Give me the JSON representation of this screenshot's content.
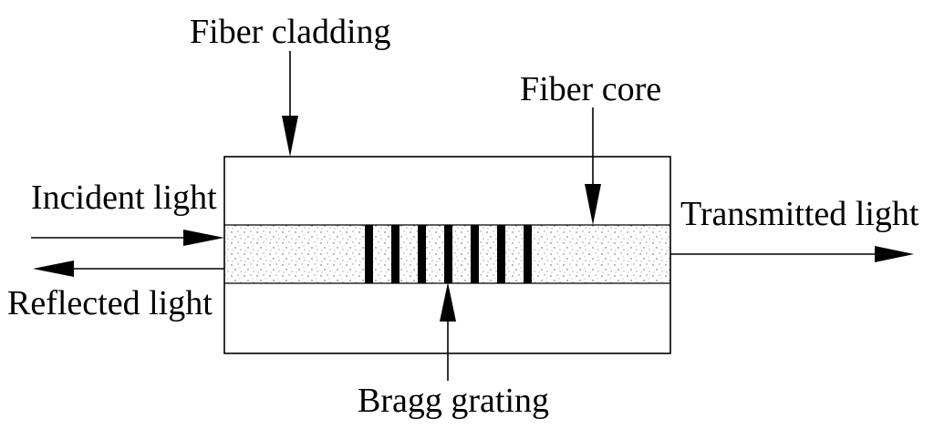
{
  "labels": {
    "fiber_cladding": "Fiber cladding",
    "fiber_core": "Fiber core",
    "incident_light": "Incident light",
    "reflected_light": "Reflected light",
    "transmitted_light": "Transmitted light",
    "bragg_grating": "Bragg grating"
  },
  "grating": {
    "bar_count": 7
  },
  "colors": {
    "line": "#000000",
    "background": "#ffffff",
    "core_speckle": "#555555"
  }
}
